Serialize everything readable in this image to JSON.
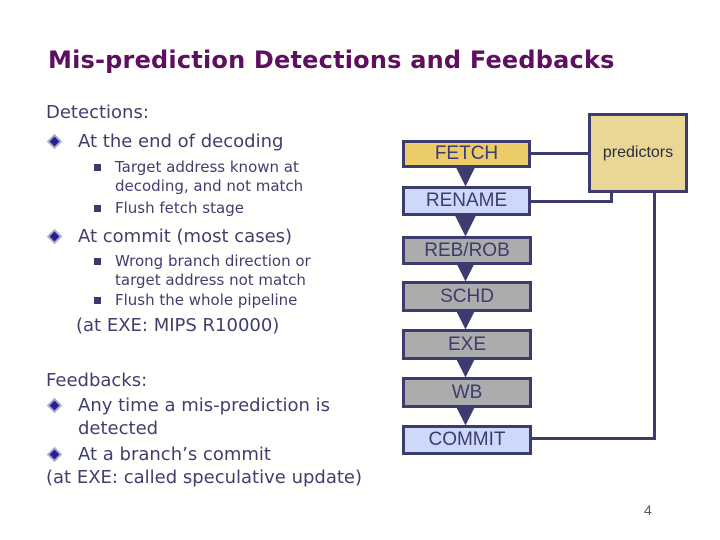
{
  "slide": {
    "title": "Mis-prediction Detections and Feedbacks",
    "page_number": "4",
    "colors": {
      "title_text": "#5E0F60",
      "body_text": "#3F3F6E",
      "line_and_border": "#3C3C6E",
      "stage_gold": "#ECCB69",
      "stage_blue": "#CDD9FB",
      "stage_gray": "#ACACAC",
      "predictors_fill": "#EBD795"
    }
  },
  "content": {
    "detections_heading": "Detections:",
    "detections": [
      {
        "label": "At the end of decoding",
        "subitems": [
          "Target address known at decoding, and not match",
          "Flush fetch stage"
        ]
      },
      {
        "label": "At commit (most cases)",
        "subitems": [
          "Wrong branch direction or target address not match",
          "Flush the whole pipeline"
        ]
      }
    ],
    "detections_note": "(at EXE: MIPS R10000)",
    "feedbacks_heading": "Feedbacks:",
    "feedbacks": [
      {
        "label": "Any time a mis-prediction is detected"
      },
      {
        "label": "At a branch’s commit"
      }
    ],
    "feedbacks_note": "(at EXE: called speculative update)"
  },
  "diagram": {
    "stages": [
      {
        "label": "FETCH"
      },
      {
        "label": "RENAME"
      },
      {
        "label": "REB/ROB"
      },
      {
        "label": "SCHD"
      },
      {
        "label": "EXE"
      },
      {
        "label": "WB"
      },
      {
        "label": "COMMIT"
      }
    ],
    "predictors_label": "predictors"
  }
}
